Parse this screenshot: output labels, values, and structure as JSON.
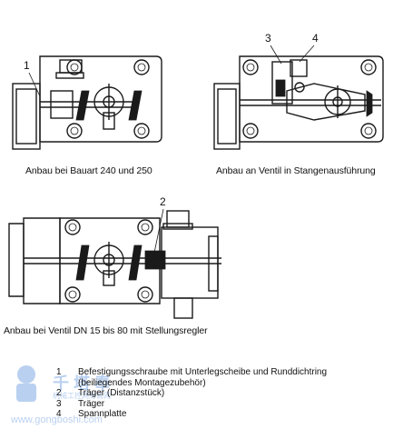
{
  "figures": [
    {
      "caption": "Anbau bei Bauart 240 und 250"
    },
    {
      "caption": "Anbau an Ventil in Stangenausführung"
    },
    {
      "caption": "Anbau bei Ventil DN 15 bis 80 mit Stellungsregler"
    }
  ],
  "callouts": [
    "1",
    "2",
    "3",
    "4"
  ],
  "legend": [
    {
      "num": "1",
      "text": "Befestigungsschraube mit Unterlegscheibe und Runddichtring"
    },
    {
      "num": "",
      "text": "(beiliegendes Montagezubehör)"
    },
    {
      "num": "2",
      "text": "Träger (Distanzstück)"
    },
    {
      "num": "3",
      "text": "Träger"
    },
    {
      "num": "4",
      "text": "Spannplatte"
    }
  ],
  "watermark": {
    "brand": "千 塔 奉",
    "sub": "机械工控网络商网",
    "url": "www.gongboshi.com"
  }
}
